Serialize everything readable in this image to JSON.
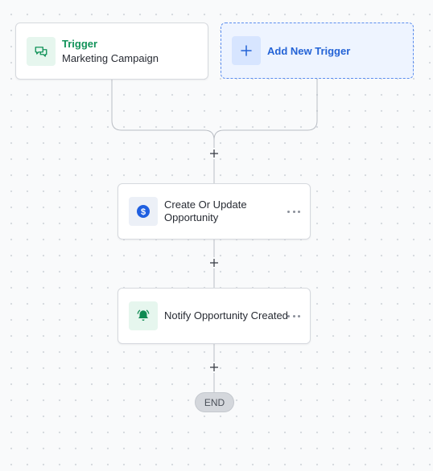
{
  "trigger": {
    "kind": "Trigger",
    "name": "Marketing Campaign",
    "icon": "chat-bubbles-icon",
    "accent": "#12935a"
  },
  "add_trigger": {
    "label": "Add New Trigger",
    "icon": "plus-icon",
    "accent": "#2463d6"
  },
  "actions": [
    {
      "label": "Create Or Update Opportunity",
      "icon": "dollar-coin-icon",
      "icon_color": "#1f5fe0"
    },
    {
      "label": "Notify Opportunity Created",
      "icon": "bell-icon",
      "icon_color": "#0f8a52"
    }
  ],
  "end_node": {
    "label": "END"
  }
}
